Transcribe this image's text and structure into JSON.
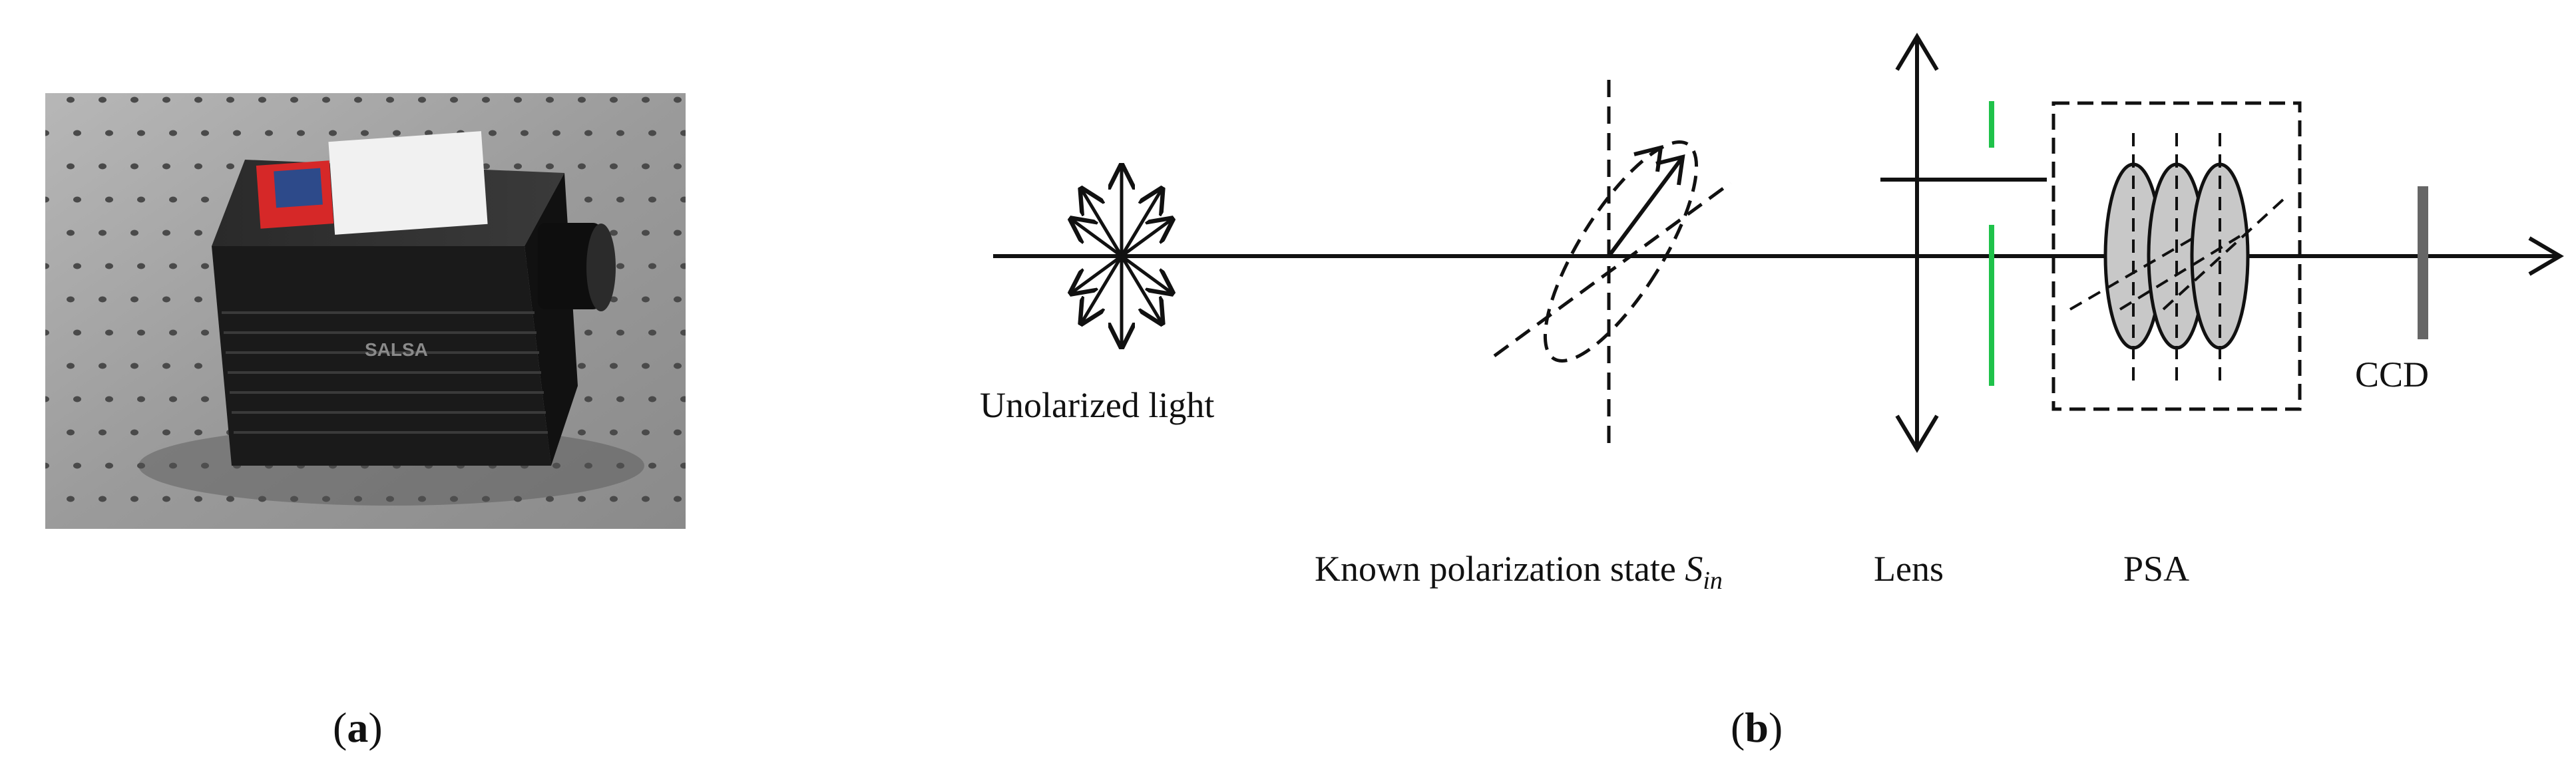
{
  "panel_a": {
    "caption_open": "(",
    "caption_letter": "a",
    "caption_close": ")",
    "camera_brand": "SALSA"
  },
  "panel_b": {
    "caption_open": "(",
    "caption_letter": "b",
    "caption_close": ")",
    "labels": {
      "unpolarized": "Unolarized light",
      "known_state": "Known polarization state ",
      "known_state_symbol": "S",
      "known_state_subscript": "in",
      "lens": "Lens",
      "psa": "PSA",
      "ccd": "CCD"
    }
  },
  "colors": {
    "ink": "#111111",
    "waveplate_fill": "#c8c8c8",
    "green_marker": "#1fc24a",
    "ccd_bar": "#666666",
    "table_surface": "#9a9a9a",
    "camera_body": "#1c1c1c"
  },
  "icons": [
    "camera-photo",
    "arrow-right-icon",
    "arrow-up-icon",
    "arrow-down-icon"
  ]
}
